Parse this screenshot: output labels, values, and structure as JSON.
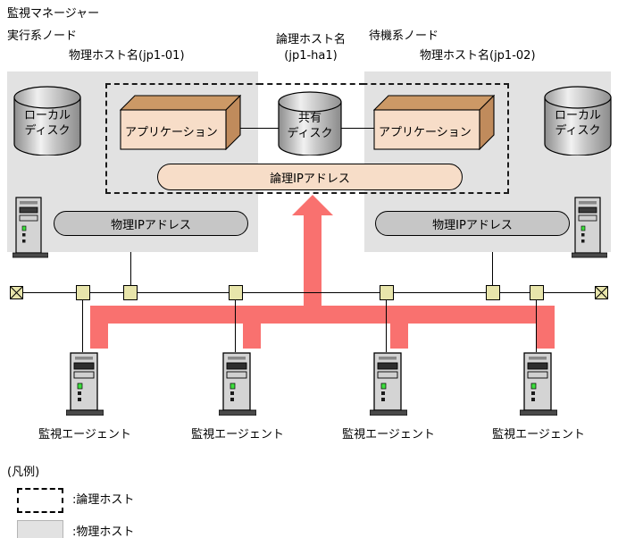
{
  "title": "監視マネージャー",
  "nodes": {
    "active_label": "実行系ノード",
    "active_host": "物理ホスト名(jp1-01)",
    "standby_label": "待機系ノード",
    "standby_host": "物理ホスト名(jp1-02)",
    "logical_label": "論理ホスト名",
    "logical_name": "(jp1-ha1)"
  },
  "disks": {
    "local_line1": "ローカル",
    "local_line2": "ディスク",
    "shared_line1": "共有",
    "shared_line2": "ディスク"
  },
  "apps": {
    "application": "アプリケーション"
  },
  "addresses": {
    "logical_ip": "論理IPアドレス",
    "physical_ip": "物理IPアドレス"
  },
  "agents": [
    {
      "label": "監視エージェント"
    },
    {
      "label": "監視エージェント"
    },
    {
      "label": "監視エージェント"
    },
    {
      "label": "監視エージェント"
    }
  ],
  "legend": {
    "heading": "(凡例)",
    "items": [
      {
        "swatch": "dashed",
        "label": ":論理ホスト"
      },
      {
        "swatch": "gray",
        "label": ":物理ホスト"
      }
    ]
  },
  "colors": {
    "physical_host_fill": "#e2e2e2",
    "logical_ip_fill": "#f7ddc8",
    "physical_ip_fill": "#c6c6c6",
    "application_front": "#f7ddc8",
    "application_top": "#cc9966",
    "highlight_red": "#f9716f",
    "network_node_fill": "#e8e5ab",
    "tower_body": "#d4d4d4",
    "led_green": "#3ddd3d"
  }
}
